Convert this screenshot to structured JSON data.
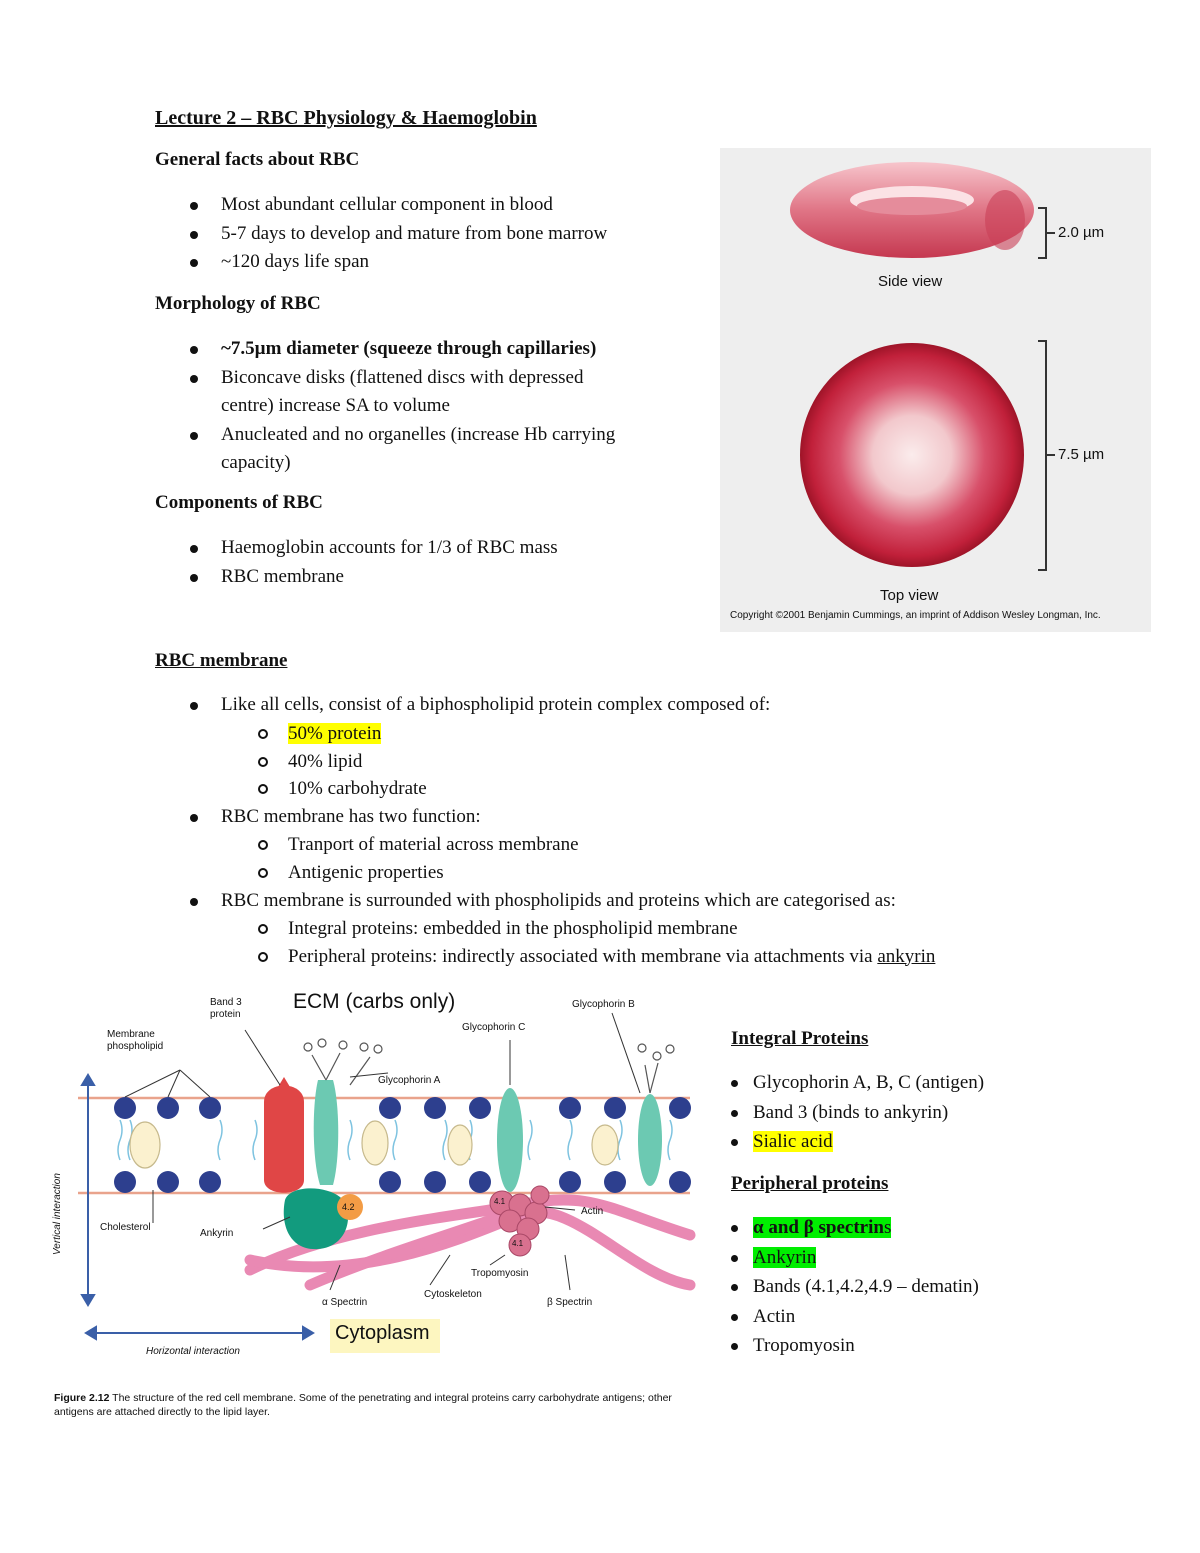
{
  "title": "Lecture 2 – RBC Physiology & Haemoglobin",
  "general": {
    "heading": "General facts about RBC",
    "items": [
      "Most abundant cellular component in blood",
      "5-7 days to develop and mature from bone marrow",
      "~120 days life span"
    ]
  },
  "morphology": {
    "heading": "Morphology of RBC",
    "item1": "~7.5µm diameter (squeeze through capillaries)",
    "item2a": "Biconcave disks (flattened discs with depressed",
    "item2b": "centre) increase SA to volume",
    "item3a": "Anucleated and no organelles (increase Hb carrying",
    "item3b": "capacity)"
  },
  "components": {
    "heading": "Components of RBC",
    "items": [
      "Haemoglobin accounts for 1/3 of RBC mass",
      "RBC membrane"
    ]
  },
  "rbc_figure": {
    "side_dim": "2.0 µm",
    "side_label": "Side view",
    "top_dim": "7.5 µm",
    "top_label": "Top view",
    "copyright": "Copyright ©2001 Benjamin Cummings, an imprint of Addison Wesley Longman, Inc."
  },
  "membrane": {
    "heading": "RBC membrane",
    "b1": "Like all cells, consist of a biphospholipid protein complex composed of:",
    "b1_subs": [
      "50% protein",
      "40% lipid",
      "10% carbohydrate"
    ],
    "b2": "RBC membrane has two function:",
    "b2_subs": [
      "Tranport of material across membrane",
      "Antigenic properties"
    ],
    "b3": "RBC membrane is surrounded with phospholipids and proteins which are categorised as:",
    "b3_sub1": "Integral proteins: embedded in the phospholipid membrane",
    "b3_sub2_pre": "Peripheral proteins: indirectly associated with membrane via attachments via ",
    "b3_sub2_link": "ankyrin"
  },
  "membrane_figure": {
    "ecm": "ECM (carbs only)",
    "cytoplasm": "Cytoplasm",
    "band3": "Band 3\nprotein",
    "phospholipid": "Membrane\nphospholipid",
    "glycophorin_c": "Glycophorin C",
    "glycophorin_b": "Glycophorin B",
    "glycophorin_a": "Glycophorin A",
    "cholesterol": "Cholesterol",
    "ankyrin": "Ankyrin",
    "actin": "Actin",
    "tropomyosin": "Tropomyosin",
    "a_spectrin": "α Spectrin",
    "cytoskeleton": "Cytoskeleton",
    "b_spectrin": "β Spectrin",
    "vertical": "Vertical interaction",
    "horizontal": "Horizontal interaction",
    "band42": "4.2",
    "band41a": "4.1",
    "band41b": "4.1",
    "caption_bold": "Figure 2.12",
    "caption": " The structure of the red cell membrane. Some of the penetrating and integral proteins carry carbohydrate antigens; other antigens are attached directly to the lipid layer."
  },
  "integral": {
    "heading": "Integral Proteins",
    "items": [
      "Glycophorin A, B, C (antigen)",
      "Band 3 (binds to ankyrin)",
      "Sialic acid"
    ]
  },
  "peripheral": {
    "heading": "Peripheral proteins",
    "item1_bold": "α and β spectrin",
    "item1_tail": "s",
    "items": [
      "Ankyrin",
      "Bands (4.1,4.2,4.9 – dematin)",
      "Actin",
      "Tropomyosin"
    ]
  },
  "colors": {
    "highlight_yellow": "#ffff00",
    "highlight_green": "#00ee00",
    "rbc_red": "#c8233c",
    "membrane_head": "#2d3f8e"
  }
}
